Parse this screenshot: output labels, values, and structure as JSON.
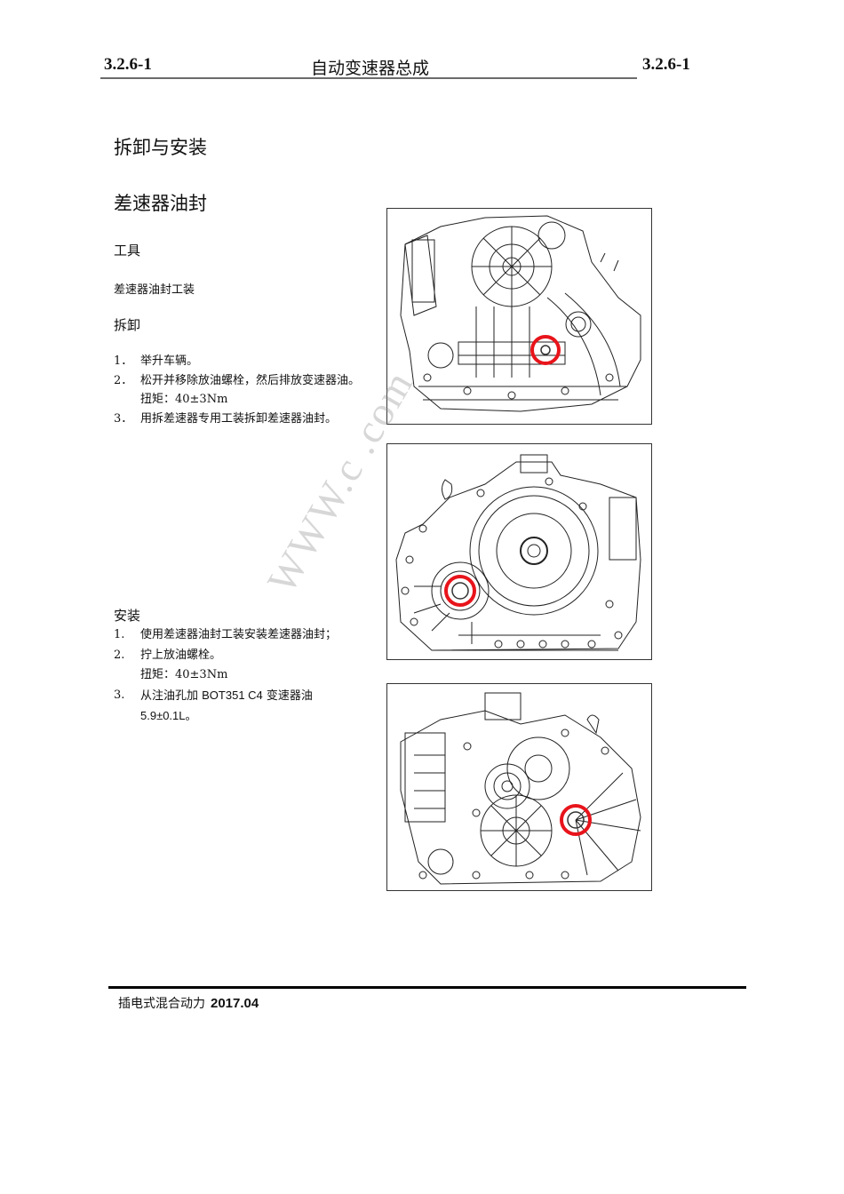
{
  "header": {
    "section_left": "3.2.6-1",
    "title": "自动变速器总成",
    "section_right": "3.2.6-1"
  },
  "main": {
    "title": "拆卸与安装",
    "subtitle": "差速器油封",
    "tools": {
      "heading": "工具",
      "item": "差速器油封工装"
    },
    "removal": {
      "heading": "拆卸",
      "steps": [
        {
          "num": "1．",
          "text": "举升车辆。"
        },
        {
          "num": "2．",
          "text": "松开并移除放油螺栓，然后排放变速器油。",
          "torque": "扭矩：40±3Nm"
        },
        {
          "num": "3．",
          "text": "用拆差速器专用工装拆卸差速器油封。"
        }
      ]
    },
    "installation": {
      "heading": "安装",
      "steps": [
        {
          "num": "1.",
          "text": "使用差速器油封工装安装差速器油封；"
        },
        {
          "num": "2.",
          "text": "拧上放油螺栓。",
          "torque": "扭矩：40±3Nm"
        },
        {
          "num": "3.",
          "text_pre": "从注油孔加 ",
          "oil_spec": "BOT351 C4",
          "text_mid": " 变速器油 ",
          "volume": "5.9±0.1L",
          "text_post": "。"
        }
      ]
    }
  },
  "figures": [
    {
      "name": "transmission-drain-bolt-figure",
      "highlight": "drain-bolt",
      "highlight_color": "#e8141b"
    },
    {
      "name": "transmission-front-seal-figure",
      "highlight": "differential-oil-seal",
      "highlight_color": "#e8141b"
    },
    {
      "name": "transmission-rear-seal-figure",
      "highlight": "differential-oil-seal",
      "highlight_color": "#e8141b"
    }
  ],
  "watermark": "WWW.c     .com",
  "footer": {
    "text": "插电式混合动力",
    "date": "2017.04"
  }
}
